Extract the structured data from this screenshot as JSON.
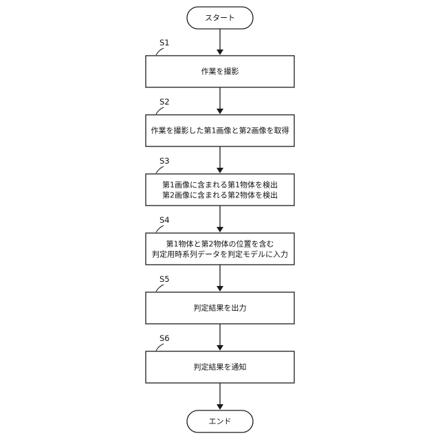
{
  "flowchart": {
    "start": {
      "text": "スタート"
    },
    "steps": [
      {
        "label": "S1",
        "lines": [
          "作業を撮影"
        ]
      },
      {
        "label": "S2",
        "lines": [
          "作業を撮影した第1画像と第2画像を取得"
        ]
      },
      {
        "label": "S3",
        "lines": [
          "第1画像に含まれる第1物体を検出",
          "第2画像に含まれる第2物体を検出"
        ]
      },
      {
        "label": "S4",
        "lines": [
          "第1物体と第2物体の位置を含む",
          "判定用時系列データを判定モデルに入力"
        ]
      },
      {
        "label": "S5",
        "lines": [
          "判定結果を出力"
        ]
      },
      {
        "label": "S6",
        "lines": [
          "判定結果を通知"
        ]
      }
    ],
    "end": {
      "text": "エンド"
    }
  },
  "colors": {
    "line": "#1a1a1a",
    "box_fill": "#ffffff"
  }
}
